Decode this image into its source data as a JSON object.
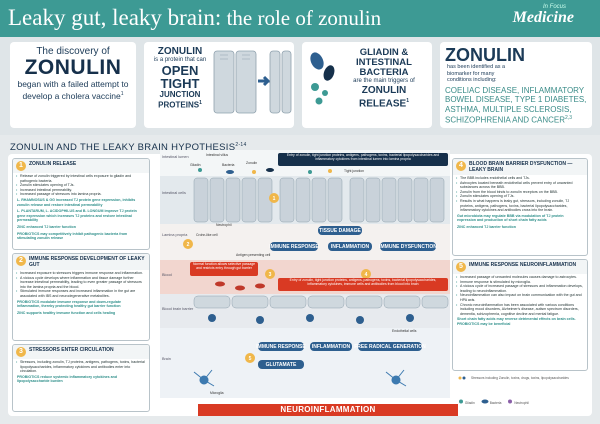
{
  "header": {
    "title_main": "Leaky gut, leaky brain:",
    "title_rest": " the role of zonulin",
    "logo": "Medicine",
    "logo_sub": "In Focus"
  },
  "cards": {
    "c1": {
      "line1": "The discovery of",
      "zonulin": "ZONULIN",
      "line3": "began with a failed attempt to develop a cholera vaccine",
      "ref": "1"
    },
    "c2": {
      "zonulin": "ZONULIN",
      "small": "is a protein that can",
      "open": "OPEN",
      "tight": "TIGHT",
      "junction": "JUNCTION",
      "proteins": "PROTEINS",
      "ref": "1"
    },
    "c3": {
      "gliadin": "GLIADIN &",
      "intestinal": "INTESTINAL",
      "bacteria": "BACTERIA",
      "small": "are the main triggers of",
      "zonulin": "ZONULIN",
      "release": "RELEASE",
      "ref": "1"
    },
    "c4": {
      "zonulin": "ZONULIN",
      "small": "has been identified as a biomarker for many conditions including:",
      "diseases": "COELIAC DISEASE, INFLAMMATORY BOWEL DISEASE, TYPE 1 DIABETES, ASTHMA, MULTIPLE SCLEROSIS, SCHIZOPHRENIA AND CANCER",
      "ref": "2,3"
    }
  },
  "section_title": "ZONULIN AND THE LEAKY BRAIN HYPOTHESIS",
  "section_ref": "2-14",
  "box1": {
    "num": "1",
    "title": "ZONULIN RELEASE",
    "items": [
      "Release of zonulin triggered by intestinal cells exposure to gliadin and pathogenic bacteria.",
      "Zonulin stimulates opening of TJs.",
      "Increased intestinal permeability.",
      "Increased passage of stressors into lamina propria."
    ],
    "note1": "L. RHAMNOSUS & GG increased TJ protein gene expression, inhibits zonulin release and restore intestinal permeability",
    "note2": "L. PLANTARUM, L. ACIDOPHILUS and B. LONGUM improve TJ protein gene expression which increases TJ proteins and restore intestinal permeability",
    "note3": "ZINC enhanced TJ barrier function",
    "note4": "PROBIOTICS may competitively inhibit pathogenic bacteria from stimulating zonulin release"
  },
  "box2": {
    "num": "2",
    "title": "IMMUNE RESPONSE DEVELOPMENT OF LEAKY GUT",
    "items": [
      "Increased exposure to stressors triggers immune response and inflammation.",
      "A vicious cycle develops where inflammation and tissue damage further increase intestinal permeability, leading to even greater passage of stressors into the lamina propria and the blood.",
      "Stimulated immune responses and increased inflammation in the gut are associated with IBS and neurodegenerative metabolites."
    ],
    "note1": "PROBIOTICS modulate immune response and down-regulate inflammation, thereby protecting healthy gut barrier function",
    "note2": "ZINC supports healthy immune function and cells healing"
  },
  "box3": {
    "num": "3",
    "title": "STRESSORS ENTER CIRCULATION",
    "items": [
      "Stressors, including zonulin, TJ proteins, antigens, pathogens, toxins, bacterial lipopolysaccharides, inflammatory cytokines and antibodies enter into circulation."
    ],
    "note1": "PROBIOTICS reduce systemic inflammatory cytokines and lipopolysaccharide burden"
  },
  "box4": {
    "num": "4",
    "title": "BLOOD BRAIN BARRIER DYSFUNCTION — LEAKY BRAIN",
    "items": [
      "The BBB includes endothelial cells and TJs.",
      "Astrocytes located beneath endothelial cells prevent entry of unwanted substances across the BBB.",
      "Zonulin from the blood binds to zonulin receptors on the BBB.",
      "Zonulin stimulates opening of TJs.",
      "Results in what happens is leaky gut, stressors, including zonulin, TJ proteins, antigens, pathogens, toxins, bacterial lipopolysaccharides, inflammatory cytokines and antibodies cross into the brain."
    ],
    "note1": "Gut microbiota may regulate BBB via modulation of TJ protein expression and production of short chain fatty acids",
    "note2": "ZINC enhanced TJ barrier function"
  },
  "box5": {
    "num": "5",
    "title": "IMMUNE RESPONSE NEUROINFLAMMATION",
    "items": [
      "Increased passage of unwanted molecules causes damage to astrocytes.",
      "Immune response is stimulated by microglia.",
      "A vicious cycle of increased passage of stressors and inflammation develops, leading to neuroinflammation.",
      "Neuroinflammation can also impact on brain communication with the gut and HPA axis.",
      "Chronic neuroinflammation has been associated with various conditions including mood disorders, Alzheimer's disease, autism spectrum disorders, dementia, schizophrenia, cognitive decline and mental fatigue."
    ],
    "note1": "Short chain fatty acids may reverse detrimental effects on brain cells. PROBIOTICS may be beneficial"
  },
  "diagram": {
    "layers": [
      "Intestinal lumen",
      "Intestinal cells",
      "Lamina propria",
      "Blood",
      "Blood brain barrier",
      "Brain"
    ],
    "labels": {
      "intestinal_villus": "Intestinal villus",
      "gliadin": "Gliadin",
      "bacteria": "Bacteria",
      "zonulin": "Zonulin",
      "tight_junction": "Tight junction",
      "crohn_cell": "Crohn-like cell",
      "antigen_cell": "Antigen presenting cell",
      "neutrophil": "Neutrophil",
      "endothelial": "Endothelial cells",
      "astrocytes": "Astrocytes",
      "microglia": "Microglia"
    },
    "entry_gut": "Entry of zonulin, tight junction proteins, antigens, pathogens, toxins, bacterial lipopolysaccharides and inflammatory cytokines from intestinal lumen into lamina propria",
    "normal_note": "Normal function allows selective passage and restricts entry through gut barrier",
    "entry_brain": "Entry of zonulin, tight junction proteins, antigens, pathogens, toxins, bacterial lipopolysaccharides, inflammatory cytokines, immune cells and antibodies from blood into brain",
    "pill_tissue": "TISSUE DAMAGE",
    "pill_immune1": "IMMUNE RESPONSE",
    "pill_inflam1": "INFLAMMATION",
    "pill_dysf": "IMMUNE DYSFUNCTION",
    "pill_immune2": "IMMUNE RESPONSE",
    "pill_inflam2": "INFLAMMATION",
    "pill_free": "FREE RADICAL GENERATION",
    "pill_glut": "GLUTAMATE",
    "neuro": "NEUROINFLAMMATION",
    "colors": {
      "teal": "#3d9a94",
      "navy": "#16304b",
      "red": "#d93a23",
      "orange": "#f0b74a",
      "blue": "#2e5f8f"
    }
  },
  "legend": {
    "stressors": "Stressors including Zonulin, toxins, drugs, toxins, lipopolysaccharides",
    "gliadin": "Gliadin",
    "bacteria": "Bacteria",
    "neutrophil": "Neutrophil"
  }
}
